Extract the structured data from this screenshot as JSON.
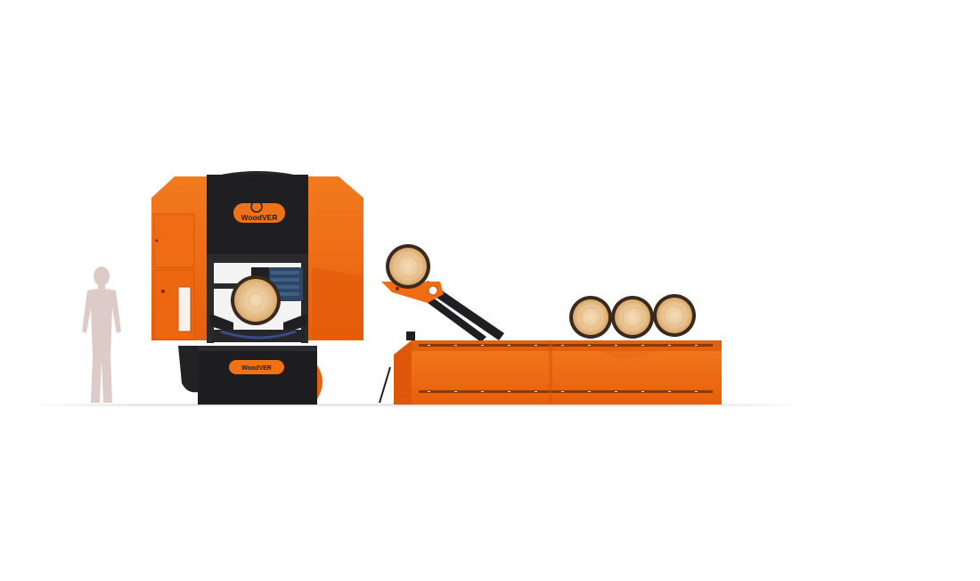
{
  "scene": {
    "brand_main": "WoodVER",
    "brand_small": "WoodVER",
    "colors": {
      "orange": "#f06a12",
      "orange_dark": "#c94f08",
      "black": "#1b1b1d",
      "motor_blue": "#2f4a66",
      "wood": "#e9c79b",
      "bark": "#3a2a1e",
      "human": "#d8c7c2"
    },
    "objects": [
      "human-silhouette",
      "sawmill-machine",
      "log-loader-arm",
      "log-deck-conveyor",
      "logs"
    ]
  }
}
